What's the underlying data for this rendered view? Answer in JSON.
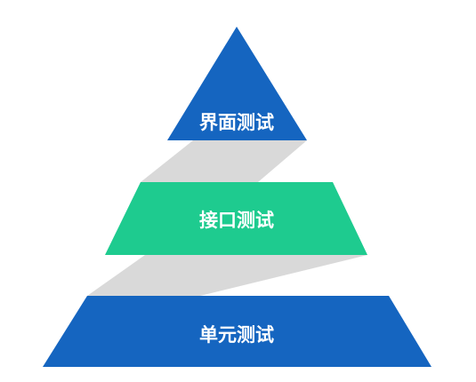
{
  "diagram": {
    "tiers": [
      {
        "label": "界面测试",
        "color": "#1565c0"
      },
      {
        "label": "接口测试",
        "color": "#1ecb8f"
      },
      {
        "label": "单元测试",
        "color": "#1565c0"
      }
    ],
    "connector_color": "#d9d9d9"
  }
}
